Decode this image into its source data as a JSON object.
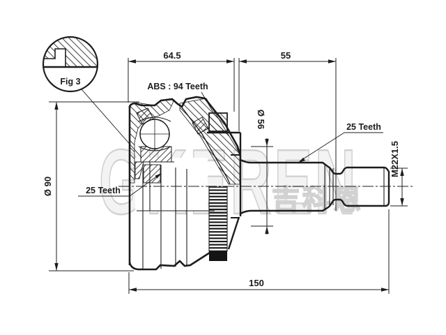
{
  "drawing": {
    "fig_callout": {
      "label": "Fig 3"
    },
    "dims": {
      "width_left": "64.5",
      "width_right": "55",
      "total_length": "150",
      "outer_diameter": "Ø 90",
      "inner_diameter": "Ø 56",
      "thread_spec": "M22X1.5"
    },
    "labels": {
      "abs_ring": "ABS : 94 Teeth",
      "inner_spline": "25 Teeth",
      "outer_spline": "25 Teeth"
    },
    "watermark": {
      "brand": "GKEREN",
      "brand_cjk": "吉科恩"
    }
  },
  "colors": {
    "line": "#1c1c1c",
    "watermark": "#c9c9c9",
    "background": "#ffffff"
  }
}
